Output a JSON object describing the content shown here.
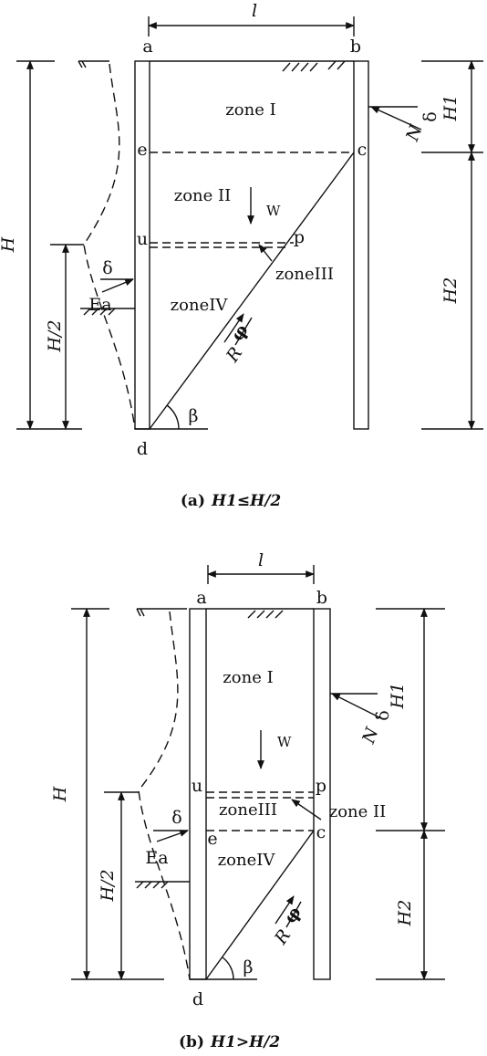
{
  "figure_a": {
    "caption_prefix": "(a)",
    "caption_condition": "H1≤H/2",
    "points": {
      "a": "a",
      "b": "b",
      "c": "c",
      "d": "d",
      "e": "e",
      "u": "u",
      "p": "p"
    },
    "zones": {
      "zone1": "zone I",
      "zone2": "zone II",
      "zone3": "zoneIII",
      "zone4": "zoneIV"
    },
    "symbols": {
      "l": "l",
      "H": "H",
      "H_half": "H/2",
      "H1": "H1",
      "H2": "H2",
      "W": "W",
      "N": "N",
      "delta_right": "δ",
      "delta_left": "δ",
      "Ea": "Ea",
      "R": "R",
      "phi": "φ",
      "beta": "β"
    }
  },
  "figure_b": {
    "caption_prefix": "(b)",
    "caption_condition": "H1>H/2",
    "points": {
      "a": "a",
      "b": "b",
      "c": "c",
      "d": "d",
      "e": "e",
      "u": "u",
      "p": "p"
    },
    "zones": {
      "zone1": "zone I",
      "zone2": "zone II",
      "zone3": "zoneIII",
      "zone4": "zoneIV"
    },
    "symbols": {
      "l": "l",
      "H": "H",
      "H_half": "H/2",
      "H1": "H1",
      "H2": "H2",
      "W": "W",
      "N": "N",
      "delta_right": "δ",
      "delta_left": "δ",
      "Ea": "Ea",
      "R": "R",
      "phi": "φ",
      "beta": "β"
    }
  }
}
